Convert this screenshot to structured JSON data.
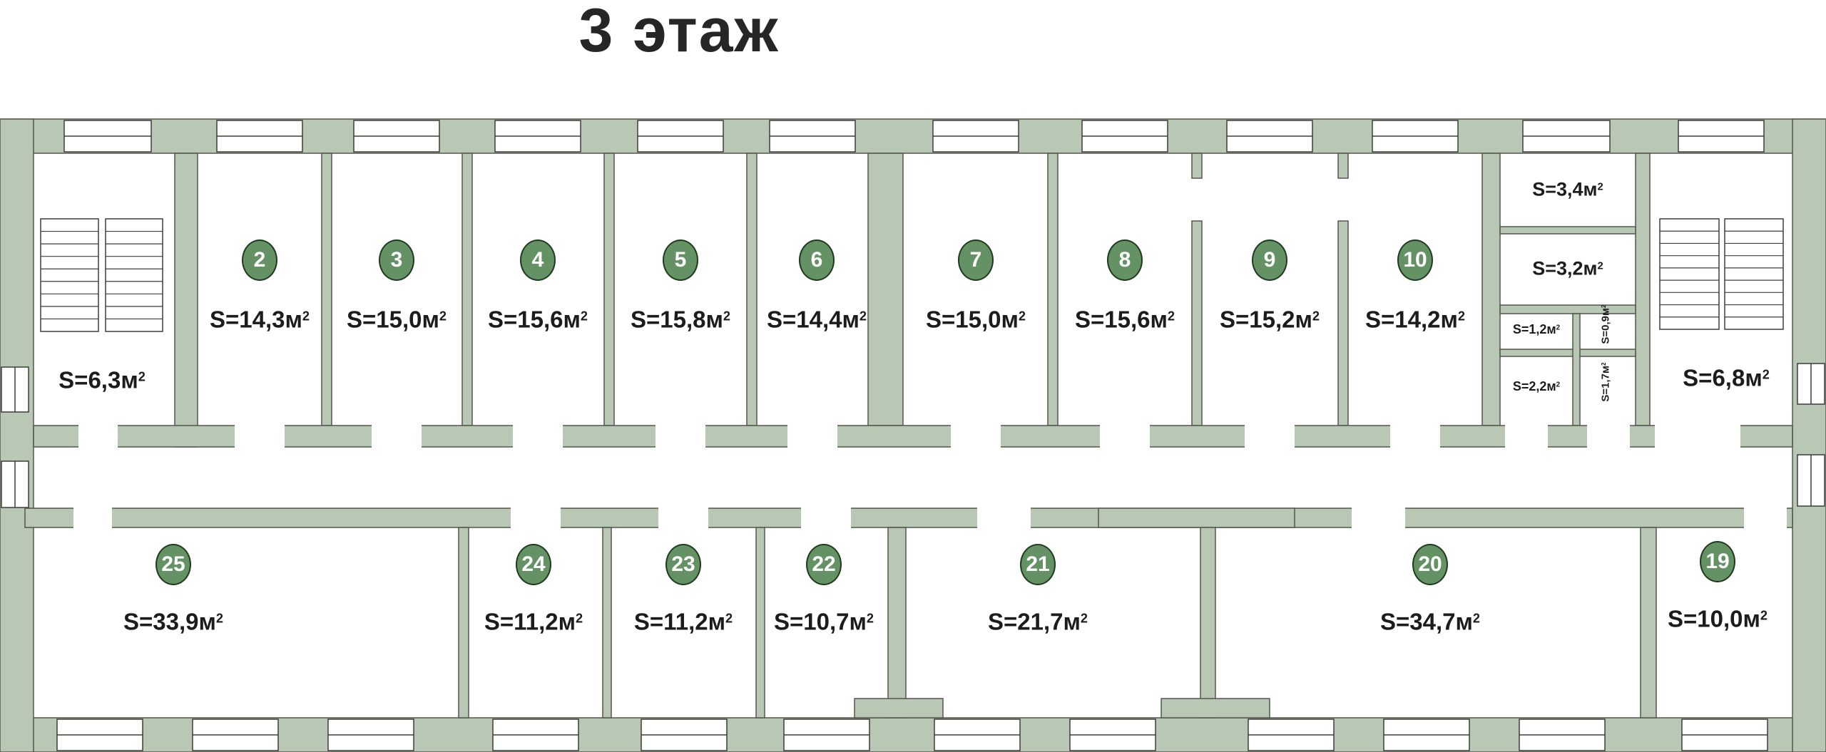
{
  "title": "3 этаж",
  "colors": {
    "wall": "#b8c8b5",
    "wall_outline": "#53564d",
    "window_outline": "#3c3e38",
    "room_badge_fill": "#649264",
    "room_badge_border": "#1f3a1f",
    "badge_number_color": "#ffffff",
    "label_text": "#1c1c1c"
  },
  "floor_plan": {
    "numbered_rooms": [
      {
        "number": "2",
        "area": "S=14,3м²"
      },
      {
        "number": "3",
        "area": "S=15,0м²"
      },
      {
        "number": "4",
        "area": "S=15,6м²"
      },
      {
        "number": "5",
        "area": "S=15,8м²"
      },
      {
        "number": "6",
        "area": "S=14,4м²"
      },
      {
        "number": "7",
        "area": "S=15,0м²"
      },
      {
        "number": "8",
        "area": "S=15,6м²"
      },
      {
        "number": "9",
        "area": "S=15,2м²"
      },
      {
        "number": "10",
        "area": "S=14,2м²"
      },
      {
        "number": "25",
        "area": "S=33,9м²"
      },
      {
        "number": "24",
        "area": "S=11,2м²"
      },
      {
        "number": "23",
        "area": "S=11,2м²"
      },
      {
        "number": "22",
        "area": "S=10,7м²"
      },
      {
        "number": "21",
        "area": "S=21,7м²"
      },
      {
        "number": "20",
        "area": "S=34,7м²"
      },
      {
        "number": "19",
        "area": "S=10,0м²"
      }
    ],
    "unnumbered_areas": [
      {
        "id": "stair-left",
        "area": "S=6,3м²"
      },
      {
        "id": "stair-right",
        "area": "S=6,8м²"
      },
      {
        "id": "store-3-4",
        "area": "S=3,4м²"
      },
      {
        "id": "store-3-2",
        "area": "S=3,2м²"
      },
      {
        "id": "store-1-2",
        "area": "S=1,2м²"
      },
      {
        "id": "store-0-9",
        "area": "S=0,9м²"
      },
      {
        "id": "store-2-2",
        "area": "S=2,2м²"
      },
      {
        "id": "store-1-7",
        "area": "S=1,7м²"
      }
    ]
  }
}
